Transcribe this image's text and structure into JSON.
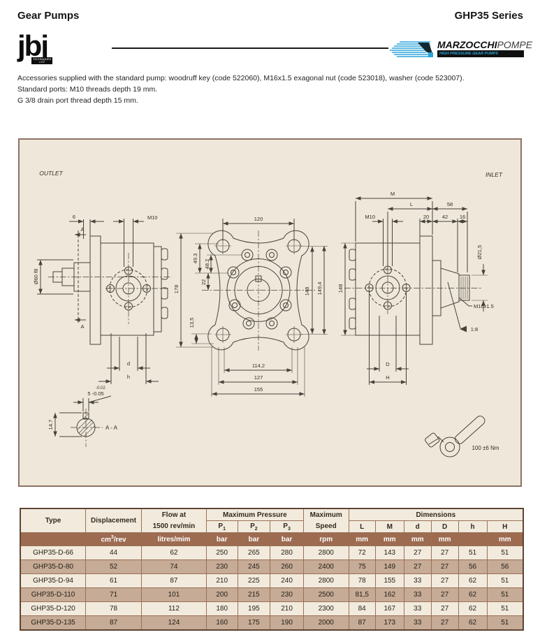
{
  "header": {
    "title_left": "Gear Pumps",
    "title_right": "GHP35 Series"
  },
  "logos": {
    "jbj_text": "jbj",
    "jbj_sub": "TECHNIQUES LTD",
    "marzocchi": "MARZOCCHI",
    "pompe": "POMPE",
    "tagline": "HIGH PRESSURE GEAR PUMPS"
  },
  "intro": {
    "line1": "Accessories supplied with the standard pump: woodruff key (code 522060), M16x1.5 exagonal nut (code 523018), washer (code 523007).",
    "line2": "Standard ports: M10 threads depth 19 mm.",
    "line3": "G 3/8 drain port thread depth 15 mm."
  },
  "drawing": {
    "outlet": "OUTLET",
    "inlet": "INLET",
    "section_label": "A - A",
    "torque": "100 ±6 Nm",
    "dims": {
      "d6": "6",
      "m10L": "M10",
      "aTop": "A",
      "aBot": "A",
      "dia60": "Ø60 f8",
      "dLab": "d",
      "hLab": "h",
      "t147": "14.7",
      "tolTop": "-0.02",
      "tolBot": "5 -0.05",
      "d120": "120",
      "d493": "49.3",
      "d482": "48.2",
      "d22": "22",
      "d135": "13,5",
      "d178": "178",
      "d148m": "148",
      "d1494": "149,4",
      "d1142": "114,2",
      "d127": "127",
      "d155": "155",
      "mLab": "M",
      "lLab": "L",
      "d58": "58",
      "m10R": "M10",
      "d20": "20",
      "d42": "42",
      "d16": "16",
      "dia215": "Ø21,5",
      "d148r": "148",
      "m16": "M16x1.5",
      "taper": "1:8",
      "DLab": "D",
      "HLab": "H"
    }
  },
  "table": {
    "head": {
      "type": "Type",
      "displacement": "Displacement",
      "flow1": "Flow at",
      "flow2": "1500 rev/min",
      "max_pressure": "Maximum Pressure",
      "max1": "Maximum",
      "max2": "Speed",
      "dimensions": "Dimensions",
      "p_base": "P",
      "p_subs": [
        "1",
        "2",
        "3"
      ],
      "dim_cols": [
        "L",
        "M",
        "d",
        "D",
        "h",
        "H"
      ]
    },
    "units": {
      "disp_a": "cm",
      "disp_sup": "3",
      "disp_b": "/rev",
      "flow": "litres/mim",
      "p1": "bar",
      "p2": "bar",
      "p3": "bar",
      "speed": "rpm",
      "L": "mm",
      "M": "mm",
      "d": "mm",
      "D": "mm",
      "h": "",
      "H": "mm"
    },
    "rows": [
      {
        "type": "GHP35-D-66",
        "displacement": "44",
        "flow": "62",
        "p1": "250",
        "p2": "265",
        "p3": "280",
        "speed": "2800",
        "L": "72",
        "M": "143",
        "d": "27",
        "D": "27",
        "h": "51",
        "H": "51"
      },
      {
        "type": "GHP35-D-80",
        "displacement": "52",
        "flow": "74",
        "p1": "230",
        "p2": "245",
        "p3": "260",
        "speed": "2400",
        "L": "75",
        "M": "149",
        "d": "27",
        "D": "27",
        "h": "56",
        "H": "56"
      },
      {
        "type": "GHP35-D-94",
        "displacement": "61",
        "flow": "87",
        "p1": "210",
        "p2": "225",
        "p3": "240",
        "speed": "2800",
        "L": "78",
        "M": "155",
        "d": "33",
        "D": "27",
        "h": "62",
        "H": "51"
      },
      {
        "type": "GHP35-D-110",
        "displacement": "71",
        "flow": "101",
        "p1": "200",
        "p2": "215",
        "p3": "230",
        "speed": "2500",
        "L": "81,5",
        "M": "162",
        "d": "33",
        "D": "27",
        "h": "62",
        "H": "51"
      },
      {
        "type": "GHP35-D-120",
        "displacement": "78",
        "flow": "112",
        "p1": "180",
        "p2": "195",
        "p3": "210",
        "speed": "2300",
        "L": "84",
        "M": "167",
        "d": "33",
        "D": "27",
        "h": "62",
        "H": "51"
      },
      {
        "type": "GHP35-D-135",
        "displacement": "87",
        "flow": "124",
        "p1": "160",
        "p2": "175",
        "p3": "190",
        "speed": "2000",
        "L": "87",
        "M": "173",
        "d": "33",
        "D": "27",
        "h": "62",
        "H": "51"
      }
    ]
  }
}
